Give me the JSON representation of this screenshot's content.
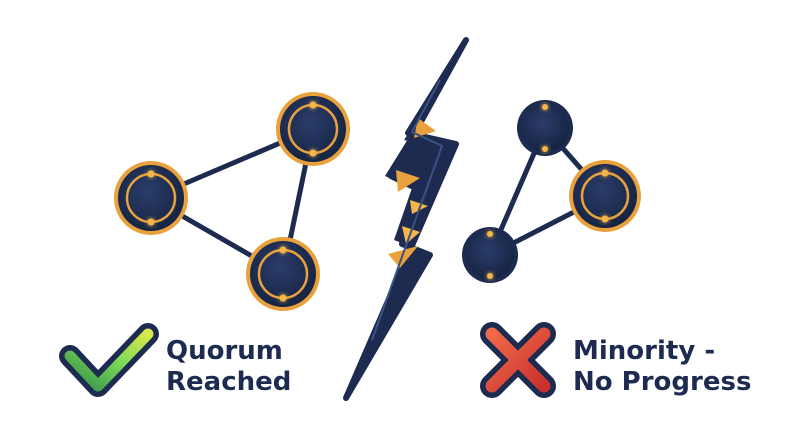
{
  "colors": {
    "navy": "#1c2b4f",
    "orange": "#e8a13c",
    "green": "#5fc75a",
    "red": "#e04a3b",
    "background": "#ffffff"
  },
  "partition_left": {
    "nodes": 3,
    "status_icon": "check-icon",
    "label_line1": "Quorum",
    "label_line2": "Reached"
  },
  "partition_right": {
    "nodes": 3,
    "status_icon": "cross-icon",
    "label_line1": "Minority -",
    "label_line2": "No Progress"
  },
  "divider_icon": "lightning-bolt-icon"
}
